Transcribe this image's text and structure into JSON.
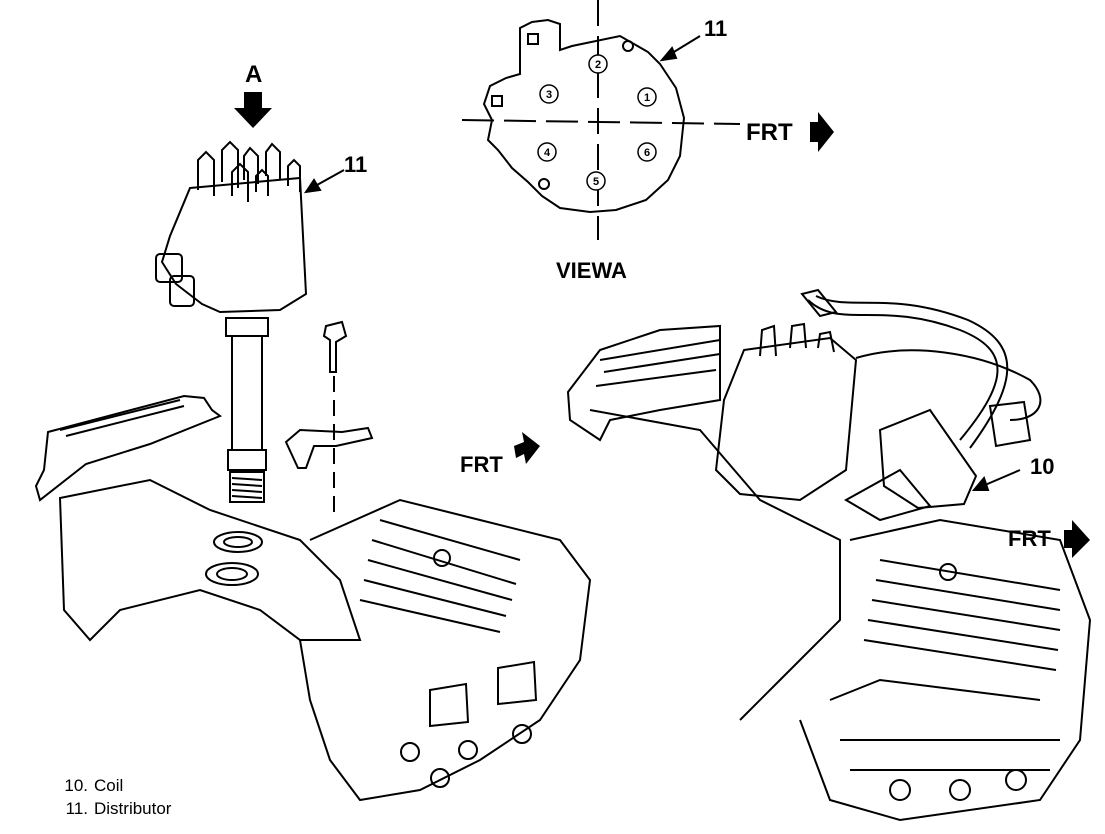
{
  "view_a": {
    "arrow_label": "A",
    "title": "VIEWA",
    "cylinders": [
      "1",
      "2",
      "3",
      "4",
      "5",
      "6"
    ],
    "callout": "11"
  },
  "left_view": {
    "callout": "11",
    "front_label": "FRT"
  },
  "right_view": {
    "callout": "10",
    "front_label": "FRT"
  },
  "view_a_front_label": "FRT",
  "legend": [
    {
      "num": "10.",
      "text": "Coil"
    },
    {
      "num": "11.",
      "text": "Distributor"
    }
  ]
}
